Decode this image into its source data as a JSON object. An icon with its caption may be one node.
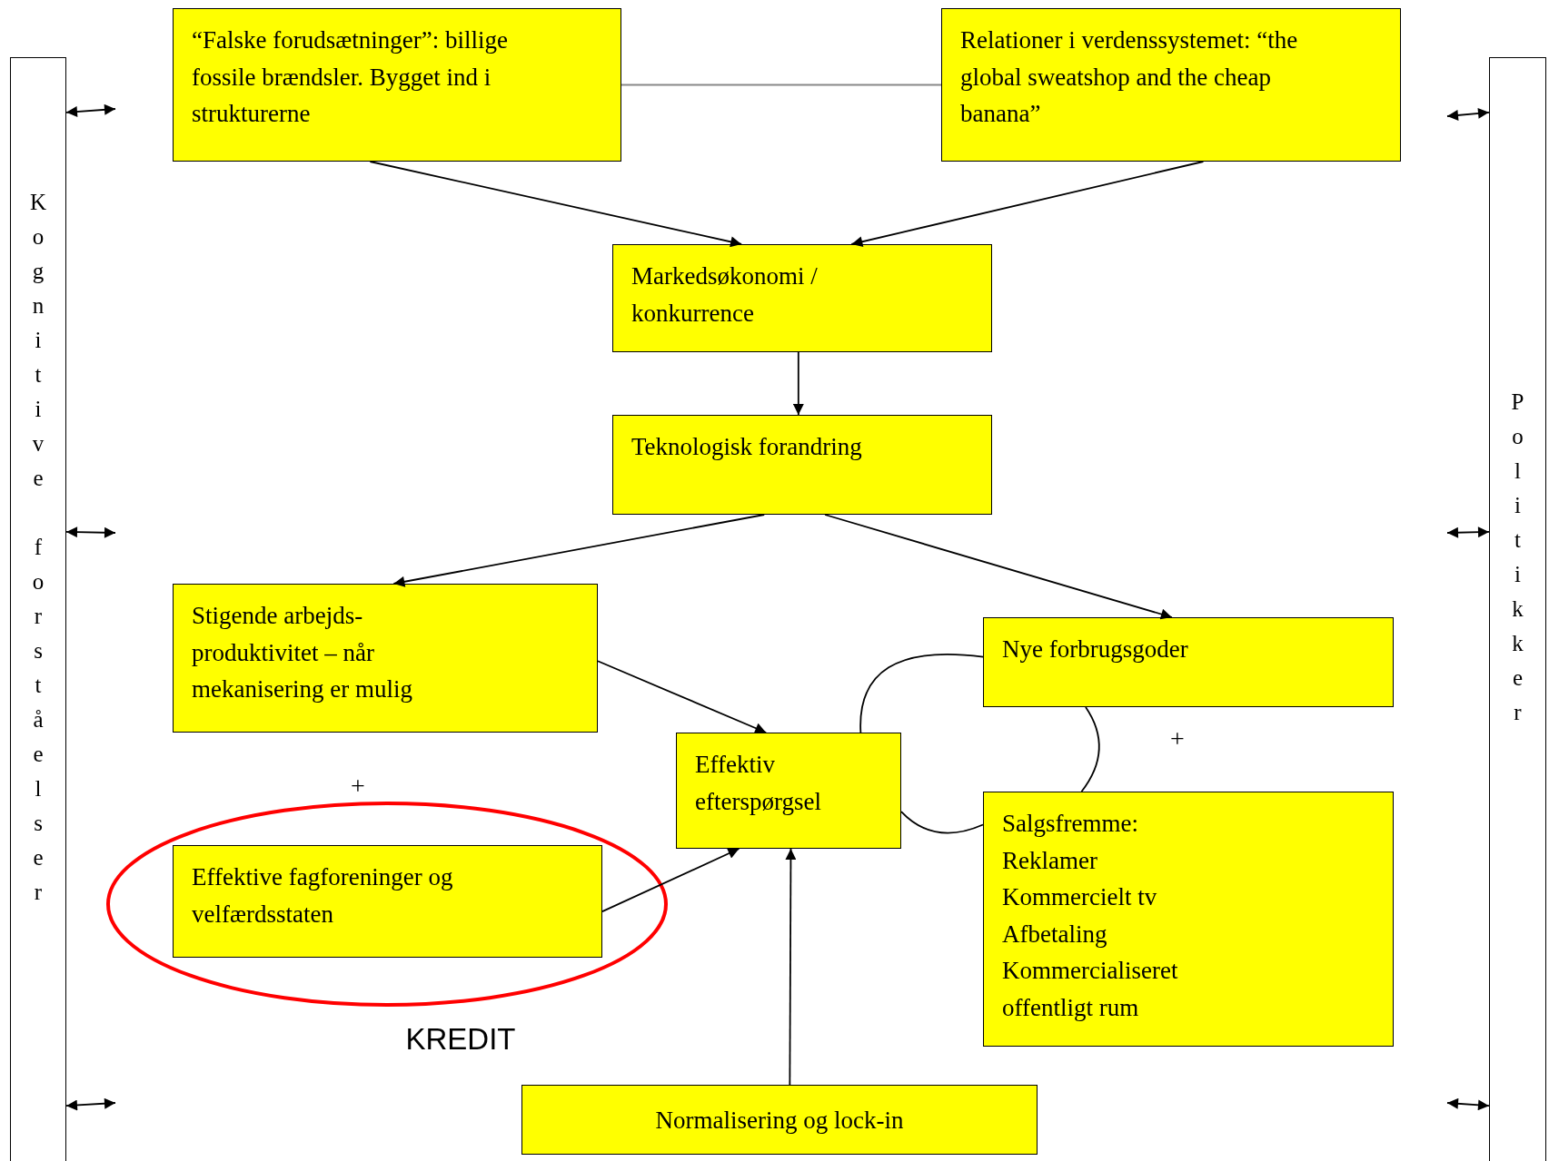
{
  "diagram": {
    "nodes": [
      {
        "text": [
          "Kognitive forståelser"
        ]
      },
      {
        "text": [
          "Politikker"
        ]
      },
      {
        "text": [
          "“Falske forudsætninger”: billige fossile brændsler. Bygget ind i strukturerne"
        ]
      },
      {
        "text": [
          "Relationer i verdenssystemet: “the global sweatshop and the cheap banana”"
        ]
      },
      {
        "text": [
          "Markedsøkonomi / konkurrence"
        ]
      },
      {
        "text": [
          "Teknologisk forandring"
        ]
      },
      {
        "text": [
          "Stigende arbejds- produktivitet – når mekanisering er mulig"
        ]
      },
      {
        "text": [
          "Nye forbrugsgoder"
        ]
      },
      {
        "text": [
          "Effektiv efterspørgsel"
        ]
      },
      {
        "text": [],
        "shape": "ellipse",
        "beside": [
          "KREDIT"
        ]
      },
      {
        "text": [
          "Effektive fagforeninger og velfærdsstaten"
        ],
        "in": 9
      },
      {
        "text": [
          "Salgsfremme:",
          "Reklamer",
          "Kommercielt tv",
          "Afbetaling",
          "Kommercialiseret offentligt rum"
        ]
      },
      {
        "text": [
          "Normalisering og lock-in"
        ]
      }
    ],
    "edges": [
      {
        "from": 2,
        "to": 3,
        "arrow": "none",
        "color": "#888888"
      },
      {
        "from": 2,
        "to": 4,
        "arrow": "to"
      },
      {
        "from": 3,
        "to": 4,
        "arrow": "to"
      },
      {
        "from": 4,
        "to": 5,
        "arrow": "to"
      },
      {
        "from": 5,
        "to": 6,
        "arrow": "to"
      },
      {
        "from": 5,
        "to": 7,
        "arrow": "to"
      },
      {
        "from": 6,
        "to": 8,
        "arrow": "to"
      },
      {
        "from": 10,
        "to": 8,
        "arrow": "to"
      },
      {
        "from": 12,
        "to": 8,
        "arrow": "to"
      },
      {
        "from": 8,
        "to": 7,
        "arrow": "none"
      },
      {
        "from": 7,
        "to": 11,
        "arrow": "none"
      },
      {
        "from": 8,
        "to": 11,
        "arrow": "none"
      },
      {
        "from": null,
        "to": 0,
        "arrow": "both"
      },
      {
        "from": null,
        "to": 0,
        "arrow": "both"
      },
      {
        "from": null,
        "to": 0,
        "arrow": "both"
      },
      {
        "from": null,
        "to": 1,
        "arrow": "both"
      },
      {
        "from": null,
        "to": 1,
        "arrow": "both"
      },
      {
        "from": null,
        "to": 1,
        "arrow": "both"
      }
    ],
    "labels": [
      "+",
      "+"
    ]
  }
}
